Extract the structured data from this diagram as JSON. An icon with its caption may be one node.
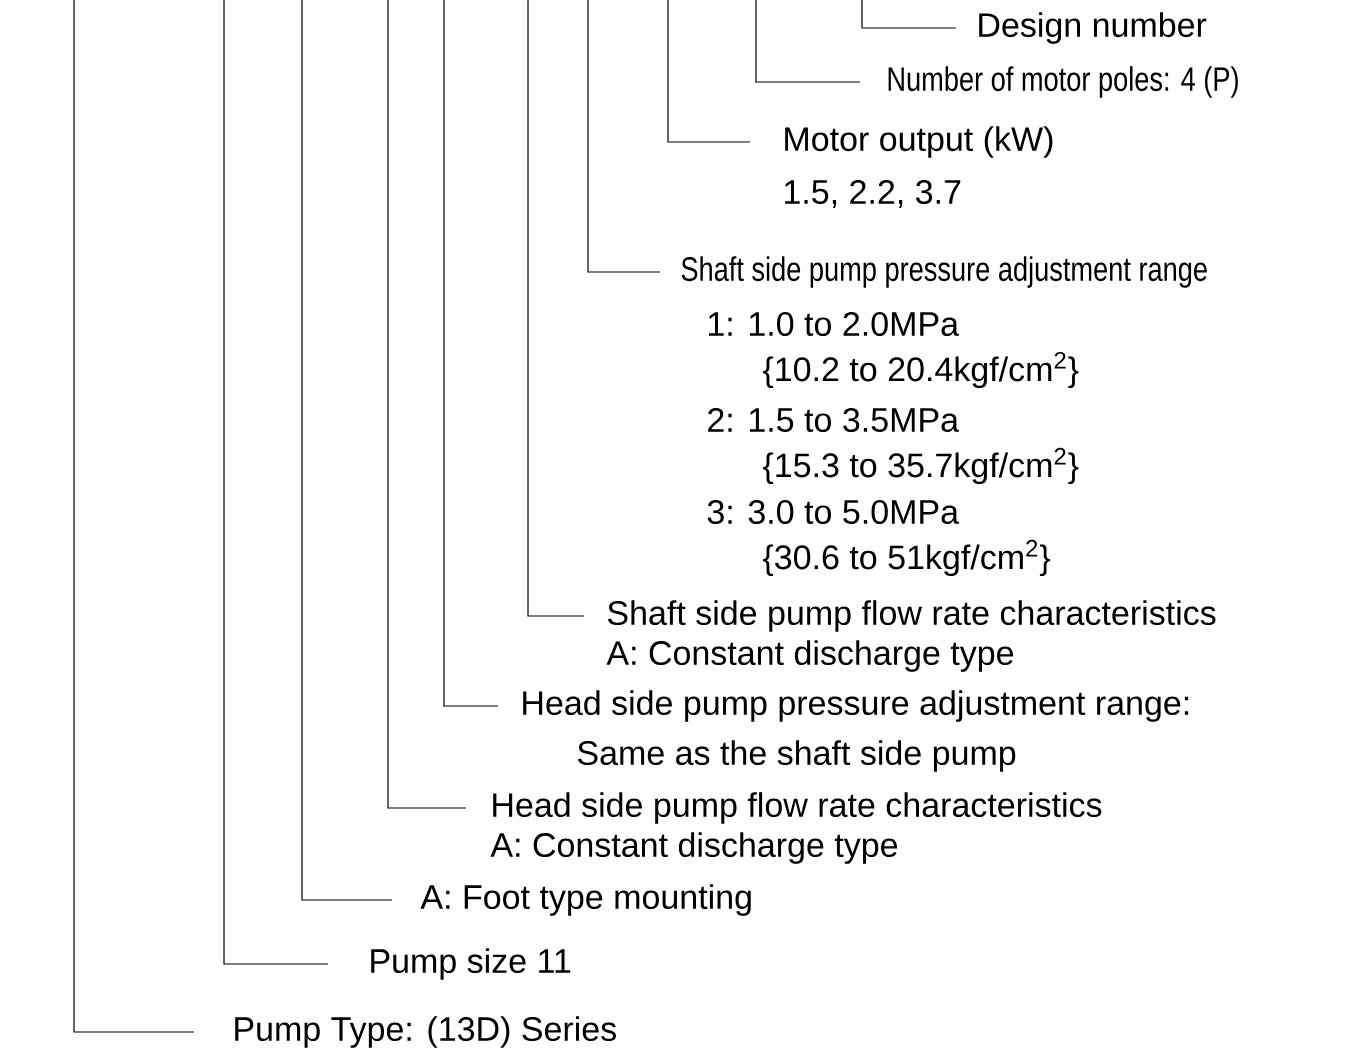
{
  "diagram": {
    "nodes": [
      {
        "text": [
          "Design number"
        ]
      },
      {
        "text": [
          "Number of motor poles: 4 (P)"
        ]
      },
      {
        "text": [
          "Motor output (kW)",
          "1.5, 2.2, 3.7"
        ]
      },
      {
        "text": [
          "Shaft side pump pressure adjustment range",
          "1: 1.0 to 2.0MPa",
          "{10.2 to 20.4kgf/cm$^{2}$}",
          "2: 1.5 to 3.5MPa",
          "{15.3 to 35.7kgf/cm$^{2}$}",
          "3: 3.0 to 5.0MPa",
          "{30.6 to 51kgf/cm$^{2}$}"
        ]
      },
      {
        "text": [
          "Shaft side pump flow rate characteristics",
          "A: Constant discharge type"
        ]
      },
      {
        "text": [
          "Head side pump pressure adjustment range:",
          "Same as the shaft side pump"
        ]
      },
      {
        "text": [
          "Head side pump flow rate characteristics",
          "A: Constant discharge type"
        ]
      },
      {
        "text": [
          "A: Foot type mounting"
        ]
      },
      {
        "text": [
          "Pump size 11"
        ]
      },
      {
        "text": [
          "Pump Type: (13D) Series"
        ]
      }
    ],
    "edges": [
      {
        "from": 0,
        "to": null,
        "arrow": "none"
      },
      {
        "from": 1,
        "to": null,
        "arrow": "none"
      },
      {
        "from": 2,
        "to": null,
        "arrow": "none"
      },
      {
        "from": 3,
        "to": null,
        "arrow": "none"
      },
      {
        "from": 4,
        "to": null,
        "arrow": "none"
      },
      {
        "from": 5,
        "to": null,
        "arrow": "none"
      },
      {
        "from": 6,
        "to": null,
        "arrow": "none"
      },
      {
        "from": 7,
        "to": null,
        "arrow": "none"
      },
      {
        "from": 8,
        "to": null,
        "arrow": "none"
      },
      {
        "from": 9,
        "to": null,
        "arrow": "none"
      }
    ]
  }
}
